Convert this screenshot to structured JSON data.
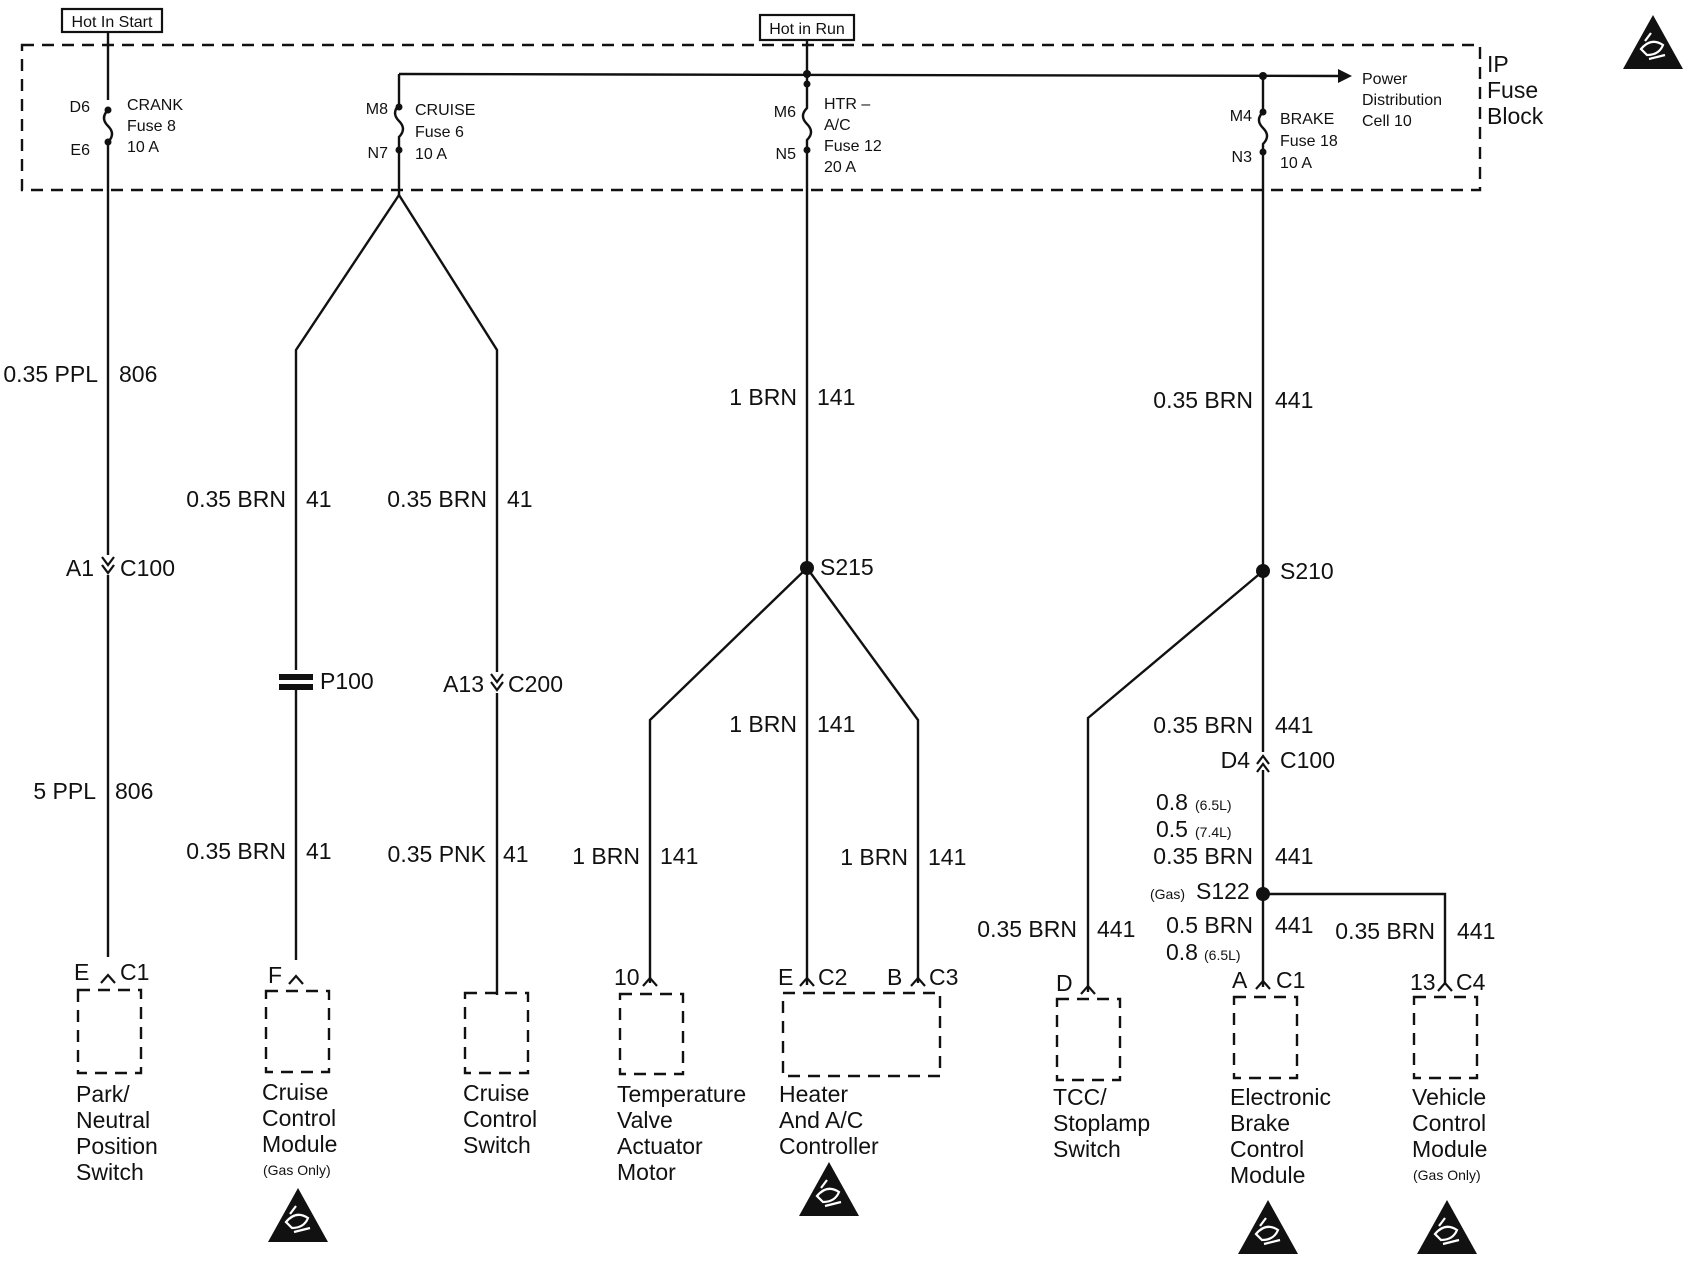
{
  "power": {
    "hot_start": "Hot In Start",
    "hot_run": "Hot in Run",
    "distribution": [
      "Power",
      "Distribution",
      "Cell 10"
    ],
    "fuse_block": [
      "IP",
      "Fuse",
      "Block"
    ]
  },
  "fuses": {
    "crank": {
      "pin_top": "D6",
      "pin_bot": "E6",
      "lines": [
        "CRANK",
        "Fuse 8",
        "10 A"
      ]
    },
    "cruise": {
      "pin_top": "M8",
      "pin_bot": "N7",
      "lines": [
        "CRUISE",
        "Fuse 6",
        "10 A"
      ]
    },
    "htr": {
      "pin_top": "M6",
      "pin_bot": "N5",
      "lines": [
        "HTR –",
        "A/C",
        "Fuse 12",
        "20 A"
      ]
    },
    "brake": {
      "pin_top": "M4",
      "pin_bot": "N3",
      "lines": [
        "BRAKE",
        "Fuse 18",
        "10 A"
      ]
    }
  },
  "wires": {
    "w1": {
      "label": "0.35 PPL",
      "circuit": "806"
    },
    "w2": {
      "label": "5 PPL",
      "circuit": "806"
    },
    "w3": {
      "label": "0.35 BRN",
      "circuit": "41"
    },
    "w4": {
      "label": "0.35 BRN",
      "circuit": "41"
    },
    "w5": {
      "label": "0.35 BRN",
      "circuit": "41"
    },
    "w6": {
      "label": "0.35 PNK",
      "circuit": "41"
    },
    "w7": {
      "label": "1 BRN",
      "circuit": "141"
    },
    "w8": {
      "label": "1 BRN",
      "circuit": "141"
    },
    "w9": {
      "label": "1 BRN",
      "circuit": "141"
    },
    "w10": {
      "label": "1 BRN",
      "circuit": "141"
    },
    "w11": {
      "label": "0.35 BRN",
      "circuit": "441"
    },
    "w12": {
      "label": "0.35 BRN",
      "circuit": "441"
    },
    "w13": {
      "label": "0.35 BRN",
      "circuit": "441"
    },
    "w14": {
      "label": "0.35 BRN",
      "circuit": "441"
    },
    "w15": {
      "label": "0.5 BRN",
      "circuit": "441"
    },
    "w16": {
      "label": "0.35 BRN",
      "circuit": "441"
    }
  },
  "variants": {
    "v1": {
      "value": "0.8",
      "note": "(6.5L)"
    },
    "v2": {
      "value": "0.5",
      "note": "(7.4L)"
    },
    "v3": {
      "value": "0.8",
      "note": "(6.5L)"
    }
  },
  "connectors": {
    "a1_c100": {
      "pin": "A1",
      "name": "C100"
    },
    "p100": {
      "name": "P100"
    },
    "a13_c200": {
      "pin": "A13",
      "name": "C200"
    },
    "d4_c100": {
      "pin": "D4",
      "name": "C100"
    }
  },
  "splices": {
    "s215": "S215",
    "s210": "S210",
    "s122": {
      "prefix": "(Gas)",
      "name": "S122"
    }
  },
  "components": [
    {
      "pin": "E",
      "conn": "C1",
      "lines": [
        "Park/",
        "Neutral",
        "Position",
        "Switch"
      ],
      "note": ""
    },
    {
      "pin": "F",
      "conn": "",
      "lines": [
        "Cruise",
        "Control",
        "Module"
      ],
      "note": "(Gas Only)"
    },
    {
      "pin": "",
      "conn": "",
      "lines": [
        "Cruise",
        "Control",
        "Switch"
      ],
      "note": ""
    },
    {
      "pin": "10",
      "conn": "",
      "lines": [
        "Temperature",
        "Valve",
        "Actuator",
        "Motor"
      ],
      "note": ""
    },
    {
      "pin": "E",
      "conn": "C2",
      "pin2": "B",
      "conn2": "C3",
      "lines": [
        "Heater",
        "And A/C",
        "Controller"
      ],
      "note": ""
    },
    {
      "pin": "D",
      "conn": "",
      "lines": [
        "TCC/",
        "Stoplamp",
        "Switch"
      ],
      "note": ""
    },
    {
      "pin": "A",
      "conn": "C1",
      "lines": [
        "Electronic",
        "Brake",
        "Control",
        "Module"
      ],
      "note": ""
    },
    {
      "pin": "13",
      "conn": "C4",
      "lines": [
        "Vehicle",
        "Control",
        "Module"
      ],
      "note": "(Gas Only)"
    }
  ],
  "icons": [
    "esd-warning-icon"
  ]
}
